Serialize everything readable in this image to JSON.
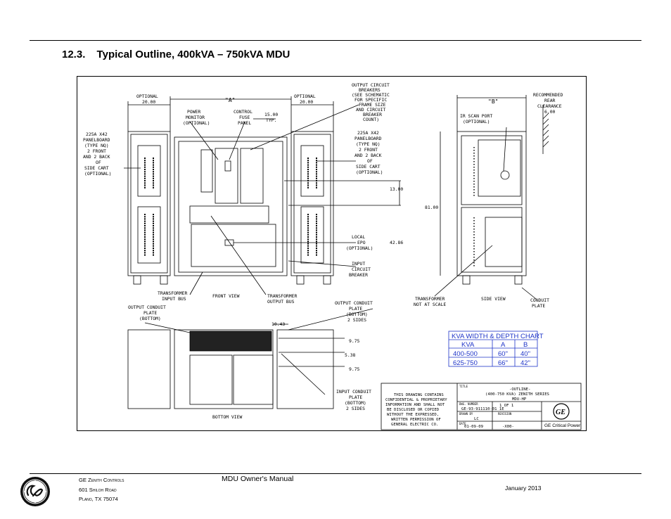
{
  "section": {
    "number": "12.3.",
    "title": "Typical Outline, 400kVA – 750kVA MDU"
  },
  "drawing": {
    "dims": {
      "optional_left": "OPTIONAL",
      "optional_left_val": "20.00",
      "dim_a": "\"A\"",
      "optional_right": "OPTIONAL",
      "optional_right_val": "20.00",
      "dim_b": "\"B\"",
      "dim_15": "15.00",
      "dim_typ": "TYP.",
      "dim_13": "13.00",
      "dim_81": "81.00",
      "dim_4286": "42.86",
      "dim_6": "6.00",
      "dim_1043": "10.43",
      "dim_975a": "9.75",
      "dim_538": "5.38",
      "dim_975b": "9.75"
    },
    "labels": {
      "power_monitor": [
        "POWER",
        "MONITOR",
        "(OPTIONAL)"
      ],
      "control_fuse": [
        "CONTROL",
        "FUSE",
        "PANEL"
      ],
      "output_breakers": [
        "OUTPUT CIRCUIT",
        "BREAKERS",
        "(SEE SCHEMATIC",
        "FOR SPECIFIC",
        "FRAME SIZE",
        "AND CIRCUIT",
        "BREAKER",
        "COUNT)"
      ],
      "panel_left": [
        "225A X42",
        "PANELBOARD",
        "(TYPE NQ)",
        "2 FRONT",
        "AND 2 BACK",
        "OF",
        "SIDE CART",
        "(OPTIONAL)"
      ],
      "panel_right": [
        "225A X42",
        "PANELBOARD",
        "(TYPE NQ)",
        "2 FRONT",
        "AND 2 BACK",
        "OF",
        "SIDE CART",
        "(OPTIONAL)"
      ],
      "local_epo": [
        "LOCAL",
        "EPO",
        "(OPTIONAL)"
      ],
      "input_breaker": [
        "INPUT",
        "CIRCUIT",
        "BREAKER"
      ],
      "transformer_input": [
        "TRANSFORMER",
        "INPUT BUS"
      ],
      "front_view": "FRONT VIEW",
      "transformer_output": [
        "TRANSFORMER",
        "OUTPUT BUS"
      ],
      "recommended_rear": [
        "RECOMMENDED",
        "REAR",
        "CLEARANCE"
      ],
      "ir_scan": [
        "IR SCAN PORT",
        "(OPTIONAL)"
      ],
      "transformer_not_scale": [
        "TRANSFORMER",
        "NOT AT SCALE"
      ],
      "side_view": "SIDE VIEW",
      "conduit_plate": [
        "CONDUIT",
        "PLATE"
      ],
      "output_conduit_left": [
        "OUTPUT CONDUIT",
        "PLATE",
        "(BOTTOM)"
      ],
      "output_conduit_right": [
        "OUTPUT CONDUIT",
        "PLATE",
        "(BOTTOM)",
        "2 SIDES"
      ],
      "input_conduit": [
        "INPUT CONDUIT",
        "PLATE",
        "(BOTTOM)",
        "2 SIDES"
      ],
      "bottom_view": "BOTTOM VIEW"
    },
    "kva_chart": {
      "title": "KVA WIDTH & DEPTH CHART",
      "headers": [
        "KVA",
        "A",
        "B"
      ],
      "rows": [
        [
          "400-500",
          "60\"",
          "40\""
        ],
        [
          "625-750",
          "66\"",
          "42\""
        ]
      ]
    },
    "title_block": {
      "notice": [
        "THIS DRAWING CONTAINS",
        "CONFIDENTIAL & PROPRIETARY",
        "INFORMATION AND SHALL NOT",
        "BE DISCLOSED OR COPIED",
        "WITHOUT THE EXPRESSED,",
        "WRITTEN PERMISSION OF",
        "GENERAL ELECTRIC CO."
      ],
      "title_lbl": "TITLE",
      "title_lines": [
        "-OUTLINE-",
        "(400-750 KVA) ZENITH SERIES",
        "MDU-HP"
      ],
      "dwg_lbl": "DWG. NUMBER",
      "sheet": "1 OF 1",
      "dwg_number": "GE-93-911110-01 1E",
      "drawn_lbl": "DRAWN BY",
      "drawn": "LC",
      "rev_lbl": "REVISION",
      "date_lbl": "DATE",
      "date": "01-09-09",
      "rev": "-X00-",
      "brand": "GE Critical Power"
    }
  },
  "footer": {
    "address": [
      "GE Zenith Controls",
      "601 Shiloh Road",
      "Plano, TX 75074"
    ],
    "manual": "MDU Owner's Manual",
    "date": "January 2013"
  }
}
